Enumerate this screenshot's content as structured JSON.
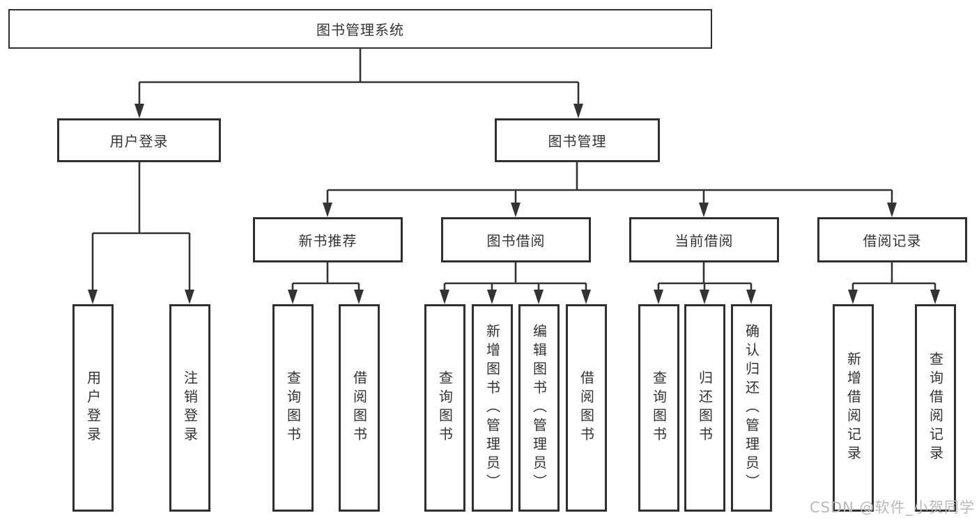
{
  "diagram": {
    "root": {
      "label": "图书管理系统"
    },
    "level1": [
      {
        "label": "用户登录"
      },
      {
        "label": "图书管理"
      }
    ],
    "level2": [
      {
        "label": "新书推荐",
        "parent": "图书管理"
      },
      {
        "label": "图书借阅",
        "parent": "图书管理"
      },
      {
        "label": "当前借阅",
        "parent": "图书管理"
      },
      {
        "label": "借阅记录",
        "parent": "图书管理"
      }
    ],
    "leaves": [
      {
        "label": "用户登录",
        "parent": "用户登录"
      },
      {
        "label": "注销登录",
        "parent": "用户登录"
      },
      {
        "label": "查询图书",
        "parent": "新书推荐"
      },
      {
        "label": "借阅图书",
        "parent": "新书推荐"
      },
      {
        "label": "查询图书",
        "parent": "图书借阅"
      },
      {
        "label": "新增图书（管理员）",
        "parent": "图书借阅"
      },
      {
        "label": "编辑图书（管理员）",
        "parent": "图书借阅"
      },
      {
        "label": "借阅图书",
        "parent": "图书借阅"
      },
      {
        "label": "查询图书",
        "parent": "当前借阅"
      },
      {
        "label": "归还图书",
        "parent": "当前借阅"
      },
      {
        "label": "确认归还（管理员）",
        "parent": "当前借阅"
      },
      {
        "label": "新增借阅记录",
        "parent": "借阅记录"
      },
      {
        "label": "查询借阅记录",
        "parent": "借阅记录"
      }
    ],
    "tree": {
      "图书管理系统": {
        "用户登录": [
          "用户登录",
          "注销登录"
        ],
        "图书管理": {
          "新书推荐": [
            "查询图书",
            "借阅图书"
          ],
          "图书借阅": [
            "查询图书",
            "新增图书（管理员）",
            "编辑图书（管理员）",
            "借阅图书"
          ],
          "当前借阅": [
            "查询图书",
            "归还图书",
            "确认归还（管理员）"
          ],
          "借阅记录": [
            "新增借阅记录",
            "查询借阅记录"
          ]
        }
      }
    },
    "colors": {
      "line": "#333333",
      "box_border": "#2f2f2f",
      "text": "#333333",
      "background": "#ffffff",
      "watermark": "#b6b9bd"
    },
    "watermark": "CSDN @软件_小贺同学"
  }
}
